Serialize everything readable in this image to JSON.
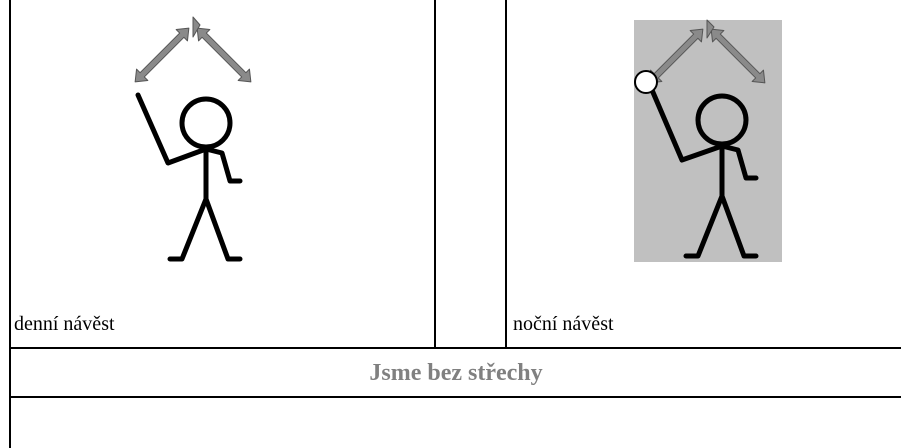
{
  "cells": {
    "day_caption": "denní návěst",
    "night_caption": "noční návěst"
  },
  "row_title": "Jsme bez střechy",
  "colors": {
    "border": "#000000",
    "title_text": "#808080",
    "night_background": "#c0c0c0",
    "arrow_fill": "#8a8a8a"
  },
  "icons": {
    "day": [
      "stick-figure-icon",
      "double-arrow-icon"
    ],
    "night": [
      "stick-figure-icon",
      "double-arrow-icon",
      "lantern-icon"
    ]
  }
}
